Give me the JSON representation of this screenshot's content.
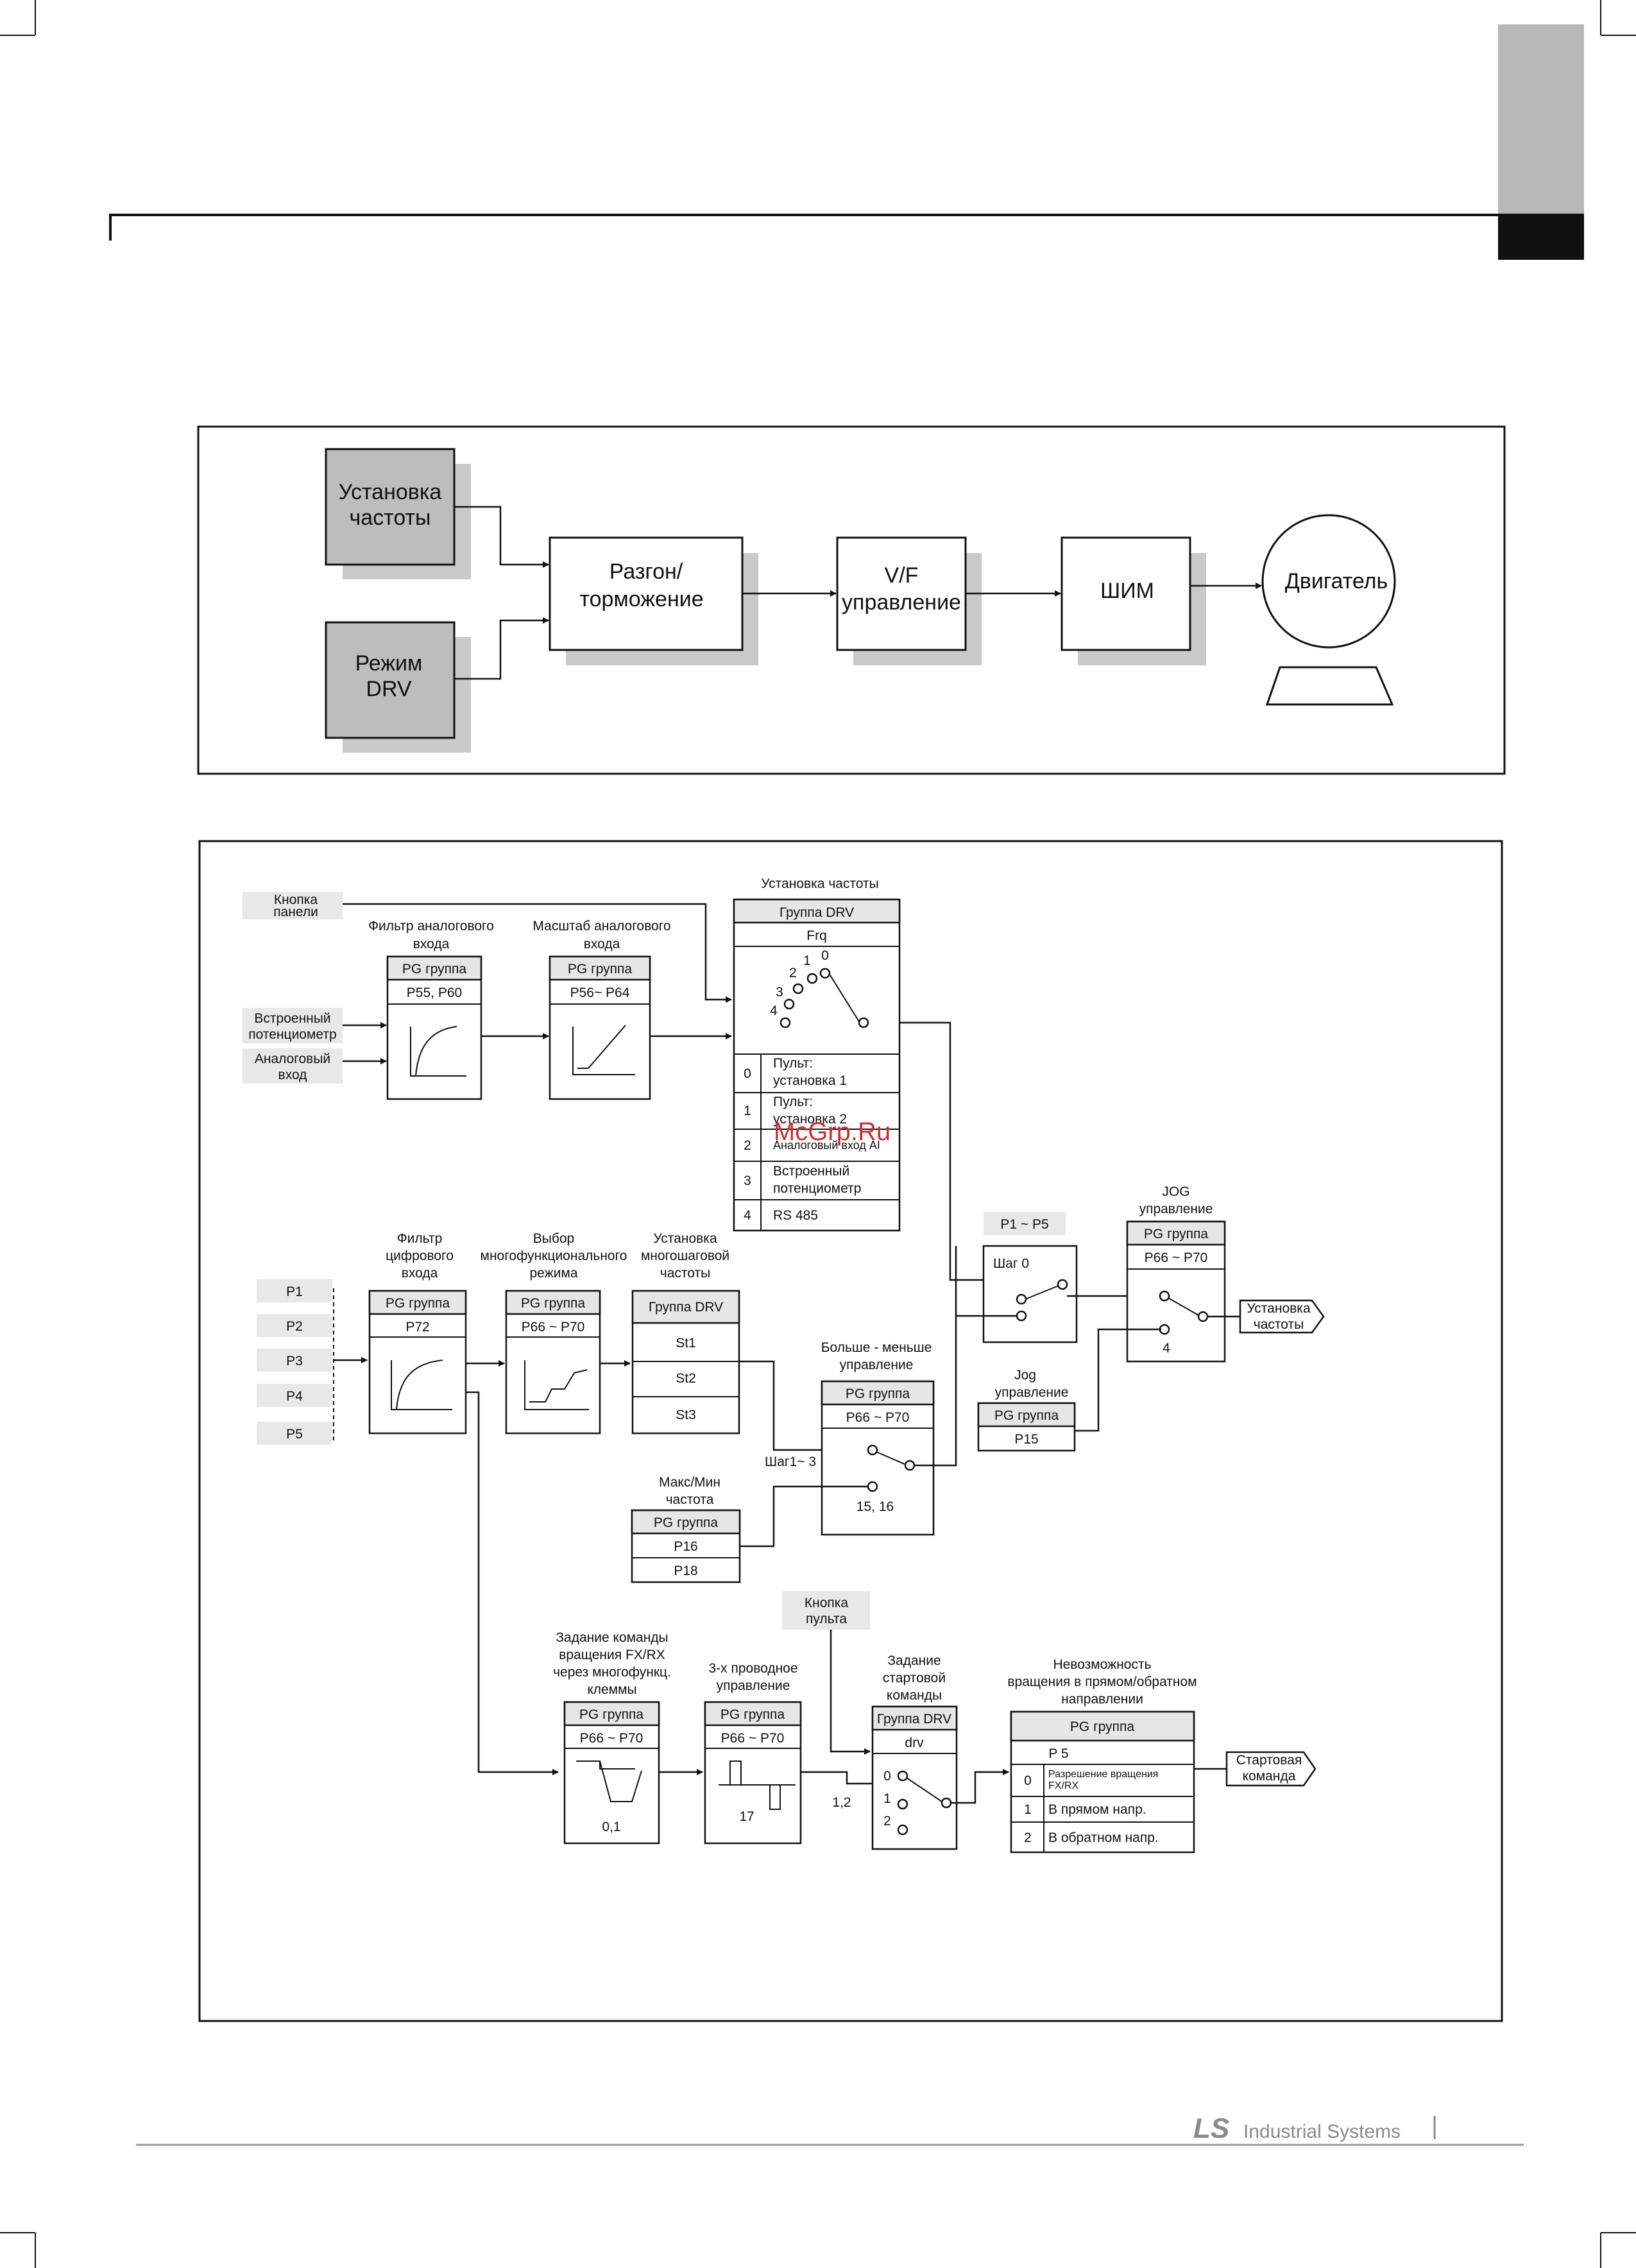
{
  "block": {
    "freq_set": [
      "Установка",
      "частоты"
    ],
    "drv_mode": [
      "Режим",
      "DRV"
    ],
    "accel": [
      "Разгон/",
      "торможение"
    ],
    "vf": [
      "V/F",
      "управление"
    ],
    "pwm": "ШИМ",
    "motor": "Двигатель"
  },
  "d": {
    "panel_key": [
      "Кнопка",
      "панели"
    ],
    "afilter_title": [
      "Фильтр аналогового",
      "входа"
    ],
    "ascale_title": [
      "Масштаб аналогового",
      "входа"
    ],
    "pg": "PG  группа",
    "afilter_param": "P55, P60",
    "ascale_param": "P56~ P64",
    "builtin_pot": [
      "Встроенный",
      "потенциометр"
    ],
    "analog_in": [
      "Аналоговый",
      "вход"
    ],
    "freqset_title": "Установка частоты",
    "drv_group": "Группа DRV",
    "frq": "Frq",
    "sel_nums": [
      "0",
      "1",
      "2",
      "3",
      "4"
    ],
    "sel_rows": [
      {
        "n": "0",
        "t": [
          "Пульт:",
          "установка 1"
        ]
      },
      {
        "n": "1",
        "t": [
          "Пульт:",
          "установка 2"
        ]
      },
      {
        "n": "2",
        "t": [
          "Аналоговый вход AI"
        ]
      },
      {
        "n": "3",
        "t": [
          "Встроенный",
          "потенциометр"
        ]
      },
      {
        "n": "4",
        "t": [
          "RS 485"
        ]
      }
    ],
    "watermark": "McGrp.Ru",
    "dfilter_title": [
      "Фильтр",
      "цифрового",
      "входа"
    ],
    "multi_title": [
      "Выбор",
      "многофункционального",
      "режима"
    ],
    "multistep_title": [
      "Установка",
      "многошаговой",
      "частоты"
    ],
    "p_inputs": [
      "P1",
      "P2",
      "P3",
      "P4",
      "P5"
    ],
    "p72": "P72",
    "p66_70": "P66 ~  P70",
    "st": [
      "St1",
      "St2",
      "St3"
    ],
    "updown_title": [
      "Больше - меньше",
      "управление"
    ],
    "updown_num": "15, 16",
    "step13": "Шаг1~ 3",
    "maxmin_title": [
      "Макс/Мин",
      "частота"
    ],
    "p16": "P16",
    "p18": "P18",
    "p1p5": "P1 ~  P5",
    "step0": "Шаг 0",
    "jog_ctrl_title": [
      "JOG",
      "управление"
    ],
    "jog_title": [
      "Jog",
      "управление"
    ],
    "p15": "P15",
    "jog_num": "4",
    "freq_out": [
      "Установка",
      "частоты"
    ],
    "key_pult": [
      "Кнопка",
      "пульта"
    ],
    "fxrx_title": [
      "Задание команды",
      "вращения FX/RX",
      "через многофункц.",
      "клеммы"
    ],
    "wire3_title": [
      "3-х проводное",
      "управление"
    ],
    "fxrx_num": "0,1",
    "wire3_num": "17",
    "start_title": [
      "Задание",
      "стартовой",
      "команды"
    ],
    "drv": "drv",
    "start_nums": [
      "0",
      "1",
      "2"
    ],
    "num12": "1,2",
    "inhibit_title": [
      "Невозможность",
      "вращения в прямом/обратном",
      "направлении"
    ],
    "p5": "P 5",
    "inhibit_rows": [
      {
        "n": "0",
        "t": [
          "Разрешение вращения",
          "FX/RX"
        ]
      },
      {
        "n": "1",
        "t": [
          "В прямом напр."
        ]
      },
      {
        "n": "2",
        "t": [
          "В обратном напр."
        ]
      }
    ],
    "start_out": [
      "Стартовая",
      "команда"
    ]
  },
  "footer": {
    "logo": "LS",
    "company": "Industrial Systems"
  }
}
